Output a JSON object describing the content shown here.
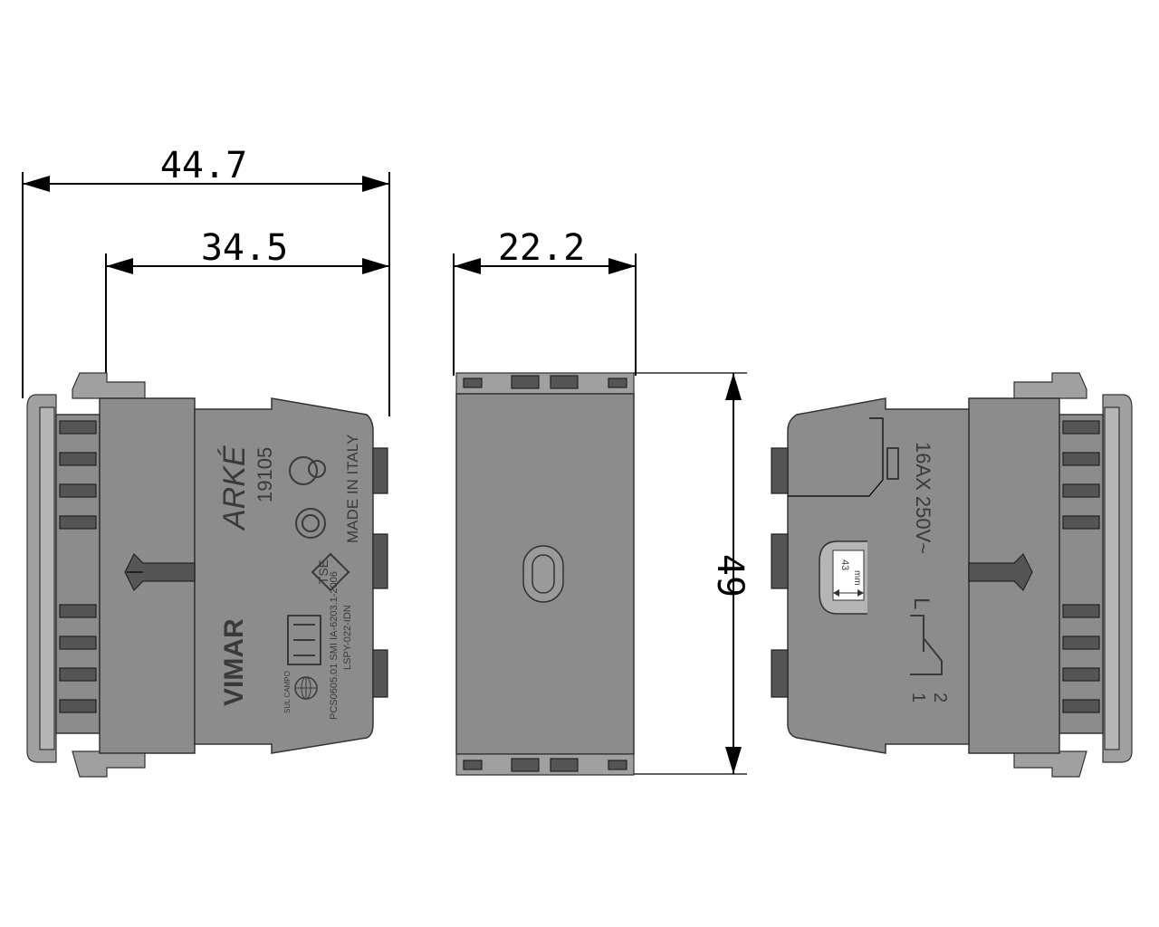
{
  "dimensions": {
    "overall_depth": "44.7",
    "body_depth": "34.5",
    "width": "22.2",
    "height": "49"
  },
  "labels": {
    "series": "ARKÉ",
    "code": "19105",
    "made_in": "MADE IN ITALY",
    "mark_tse": "TSE",
    "brand": "VIMAR",
    "standard": "PCS0605.01 SMI IA-6203.1-2006",
    "serial": "LSPY-022-IDN",
    "stamp_text": "SUL CAMPO",
    "rating": "16AX 250V~",
    "terminal_l": "L",
    "terminal_2": "2",
    "terminal_1": "1",
    "strip_length": "43",
    "strip_unit": "mm"
  },
  "colors": {
    "body": "#8c8c8c",
    "dark": "#555555",
    "light": "#b5b5b5",
    "line": "#000000"
  }
}
